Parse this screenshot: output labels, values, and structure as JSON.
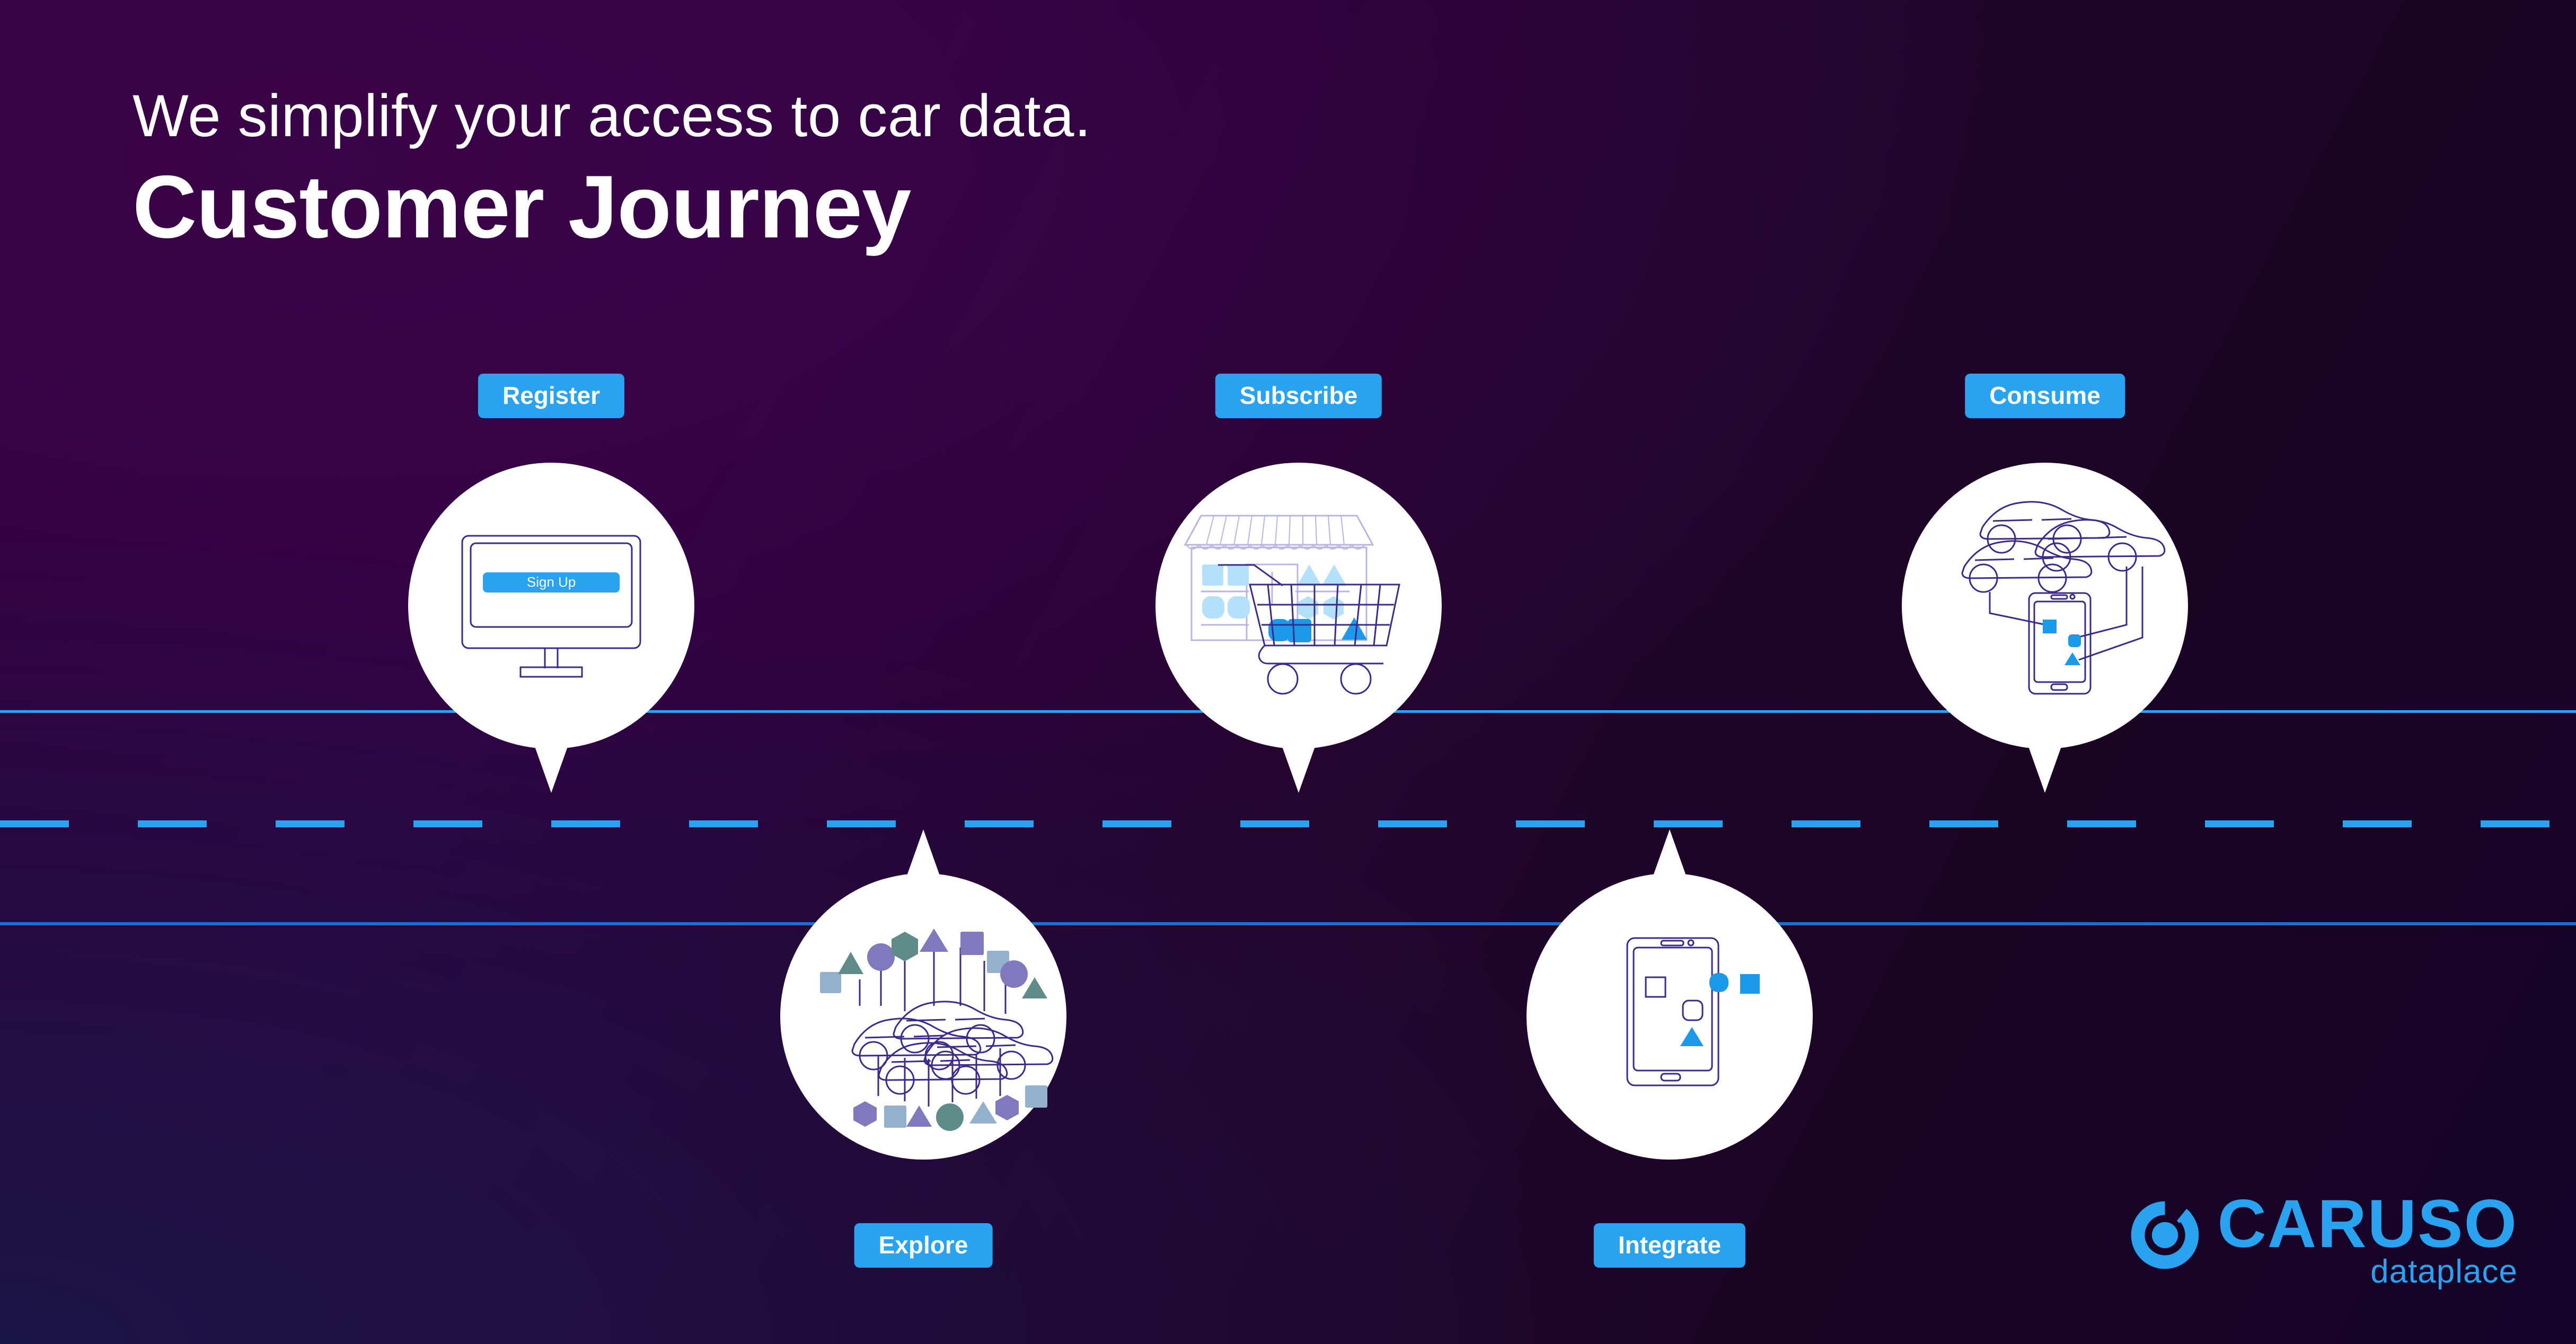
{
  "header": {
    "subtitle": "We simplify your access to car data.",
    "title": "Customer Journey"
  },
  "colors": {
    "accent_blue": "#29a3ef",
    "deep_blue": "#1a8fe0",
    "light_blue": "#b3e0fb",
    "outline_purple": "#3b2a8c",
    "bubble_white": "#ffffff",
    "bg_purple": "#2d0139",
    "bg_dark": "#150329",
    "shape_violet": "#8079bd",
    "shape_slate": "#93b0cd",
    "shape_teal": "#5f8c89"
  },
  "road": {
    "top_line_color": "#29a3ef",
    "bottom_line_color": "#1c6fd0",
    "dash_color": "#29a3ef"
  },
  "steps": [
    {
      "id": "register",
      "label": "Register",
      "position": "above-road",
      "icon": "monitor-signup-icon",
      "screen_button_label": "Sign Up"
    },
    {
      "id": "explore",
      "label": "Explore",
      "position": "below-road",
      "icon": "cars-datapoints-icon"
    },
    {
      "id": "subscribe",
      "label": "Subscribe",
      "position": "above-road",
      "icon": "shop-cart-icon"
    },
    {
      "id": "integrate",
      "label": "Integrate",
      "position": "below-road",
      "icon": "smartphone-shapes-icon"
    },
    {
      "id": "consume",
      "label": "Consume",
      "position": "above-road",
      "icon": "cars-smartphone-icon"
    }
  ],
  "logo": {
    "mark": "caruso-circle-mark",
    "name": "CARUSO",
    "tagline": "dataplace"
  }
}
